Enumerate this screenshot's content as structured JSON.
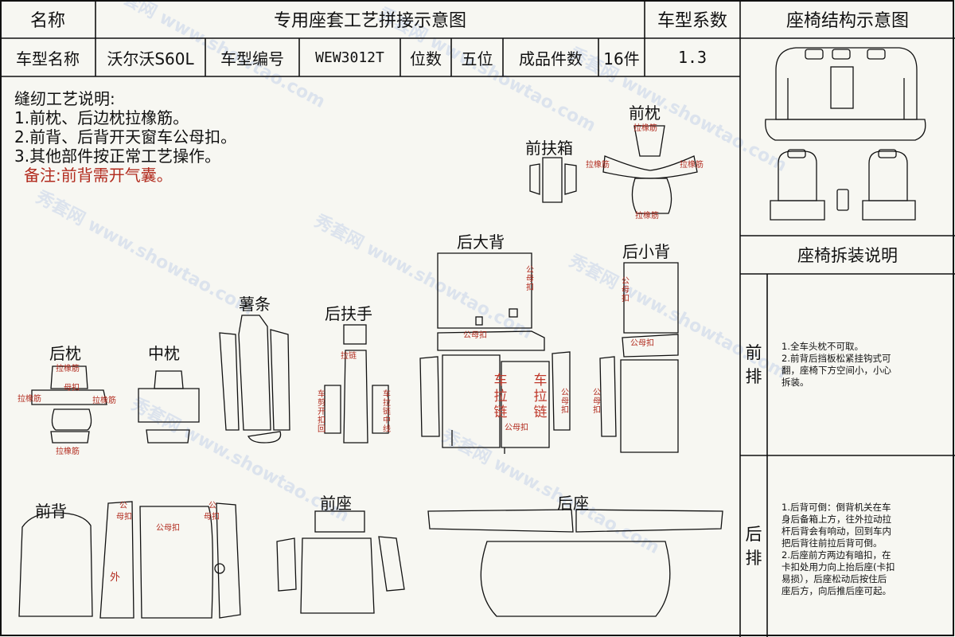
{
  "header": {
    "name_label": "名称",
    "title": "专用座套工艺拼接示意图",
    "coef_label": "车型系数",
    "struct_title": "座椅结构示意图"
  },
  "info_row": {
    "model_name_label": "车型名称",
    "model_name": "沃尔沃S60L",
    "model_code_label": "车型编号",
    "model_code": "WEW3012T",
    "seats_label": "位数",
    "seats": "五位",
    "pieces_label": "成品件数",
    "pieces": "16件",
    "coef": "1.3"
  },
  "notes": {
    "title": "缝纫工艺说明:",
    "items": [
      "1.前枕、后边枕拉橡筋。",
      "2.前背、后背开天窗车公母扣。",
      "3.其他部件按正常工艺操作。"
    ],
    "remark": "备注:前背需开气囊。"
  },
  "parts": {
    "front_pillow": "前枕",
    "front_armrest": "前扶箱",
    "rear_big_back": "后大背",
    "rear_small_back": "后小背",
    "strip": "薯条",
    "rear_armrest": "后扶手",
    "rear_pillow": "后枕",
    "mid_pillow": "中枕",
    "front_back": "前背",
    "front_seat": "前座",
    "rear_seat": "后座"
  },
  "annotations": {
    "elastic": "拉橡筋",
    "female_snap": "母扣",
    "male_female_snap": "公母扣",
    "male_snap_v": [
      "公",
      "母",
      "扣"
    ],
    "zipper": "拉链",
    "car_zip": [
      "车",
      "拉",
      "链"
    ],
    "male": "公",
    "outer": "外",
    "cut_open": [
      "车",
      "剪",
      "开",
      "扣",
      "回"
    ],
    "car_zip_small": [
      "车",
      "拉",
      "链",
      "中",
      "线"
    ]
  },
  "disassembly": {
    "title": "座椅拆装说明",
    "front_row_label": [
      "前",
      "排"
    ],
    "front_row_text": [
      "1.全车头枕不可取。",
      "2.前背后挡板松紧挂钩式可",
      "翻，座椅下方空间小，小心",
      "拆装。"
    ],
    "rear_row_label": [
      "后",
      "排"
    ],
    "rear_row_text": [
      "1.后背可倒：倒背机关在车",
      "身后备箱上方，往外拉动拉",
      "杆后背会有响动，回到车内",
      "把后背往前拉后背可倒。",
      "2.后座前方两边有暗扣，在",
      "卡扣处用力向上抬后座(卡扣",
      "易损），后座松动后按住后",
      "座后方，向后推后座可起。"
    ]
  },
  "watermark": [
    "秀套网",
    "www.showtao.com"
  ],
  "colors": {
    "annotation": "#b22b1e",
    "watermark": "#c6d4ea",
    "line": "#111111"
  }
}
